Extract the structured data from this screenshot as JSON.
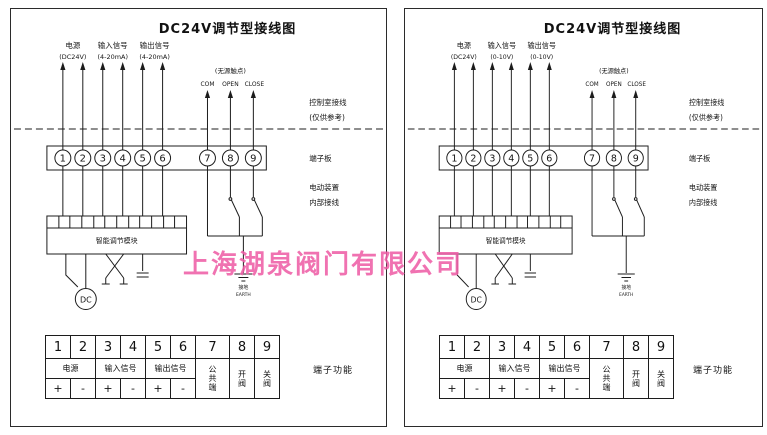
{
  "watermark": "上海湖泉阀门有限公司",
  "left": {
    "title": "DC24V调节型接线图",
    "top_labels": {
      "power": "电源",
      "power_sub": "(DC24V)",
      "input": "输入信号",
      "input_sub": "(4-20mA)",
      "output": "输出信号",
      "output_sub": "(4-20mA)"
    },
    "passive_contact": "(无源触点)",
    "contacts": {
      "com": "COM",
      "open": "OPEN",
      "close": "CLOSE"
    },
    "annotations": {
      "control_room": "控制室接线",
      "reference": "(仅供参考)",
      "terminal_board": "端子板",
      "device_line1": "电动装置",
      "device_line2": "内部接线",
      "terminal_function": "端子功能"
    },
    "module_label": "智能调节模块",
    "dc_label": "DC",
    "earth": {
      "cn": "接地",
      "en": "EARTH"
    },
    "terminals": [
      "1",
      "2",
      "3",
      "4",
      "5",
      "6",
      "7",
      "8",
      "9"
    ],
    "table": {
      "numbers": [
        "1",
        "2",
        "3",
        "4",
        "5",
        "6",
        "7",
        "8",
        "9"
      ],
      "groups": [
        "电源",
        "输入信号",
        "输出信号"
      ],
      "signs": [
        "+",
        "-",
        "+",
        "-",
        "+",
        "-"
      ],
      "common": "公共端",
      "open_valve": "开阀",
      "close_valve": "关阀"
    }
  },
  "right": {
    "title": "DC24V调节型接线图",
    "top_labels": {
      "power": "电源",
      "power_sub": "(DC24V)",
      "input": "输入信号",
      "input_sub": "(0-10V)",
      "output": "输出信号",
      "output_sub": "(0-10V)"
    },
    "passive_contact": "(无源触点)",
    "contacts": {
      "com": "COM",
      "open": "OPEN",
      "close": "CLOSE"
    },
    "annotations": {
      "control_room": "控制室接线",
      "reference": "(仅供参考)",
      "terminal_board": "端子板",
      "device_line1": "电动装置",
      "device_line2": "内部接线",
      "terminal_function": "端子功能"
    },
    "module_label": "智能调节模块",
    "dc_label": "DC",
    "earth": {
      "cn": "接地",
      "en": "EARTH"
    },
    "terminals": [
      "1",
      "2",
      "3",
      "4",
      "5",
      "6",
      "7",
      "8",
      "9"
    ],
    "table": {
      "numbers": [
        "1",
        "2",
        "3",
        "4",
        "5",
        "6",
        "7",
        "8",
        "9"
      ],
      "groups": [
        "电源",
        "输入信号",
        "输出信号"
      ],
      "signs": [
        "+",
        "-",
        "+",
        "-",
        "+",
        "-"
      ],
      "common": "公共端",
      "open_valve": "开阀",
      "close_valve": "关阀"
    }
  }
}
